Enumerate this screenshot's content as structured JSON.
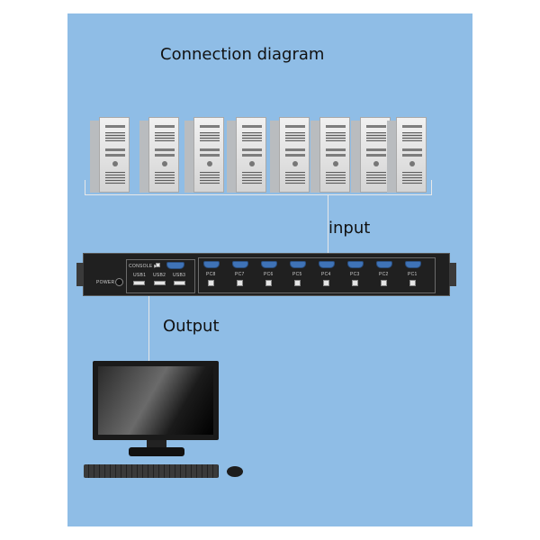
{
  "diagram": {
    "title": "Connection diagram",
    "input_label": "input",
    "output_label": "Output"
  },
  "kvm": {
    "power_label": "POWER",
    "console_label": "CONSOLE ▶",
    "usb_labels": [
      "USB1",
      "USB2",
      "USB3"
    ],
    "pc_ports": [
      "PC8",
      "PC7",
      "PC6",
      "PC5",
      "PC4",
      "PC3",
      "PC2",
      "PC1"
    ]
  },
  "colors": {
    "background": "#8fbde6",
    "vga_port": "#3f73b7",
    "device_body": "#202020"
  },
  "icons": [
    "computer-tower-icon",
    "monitor-icon",
    "keyboard-icon",
    "mouse-icon"
  ]
}
